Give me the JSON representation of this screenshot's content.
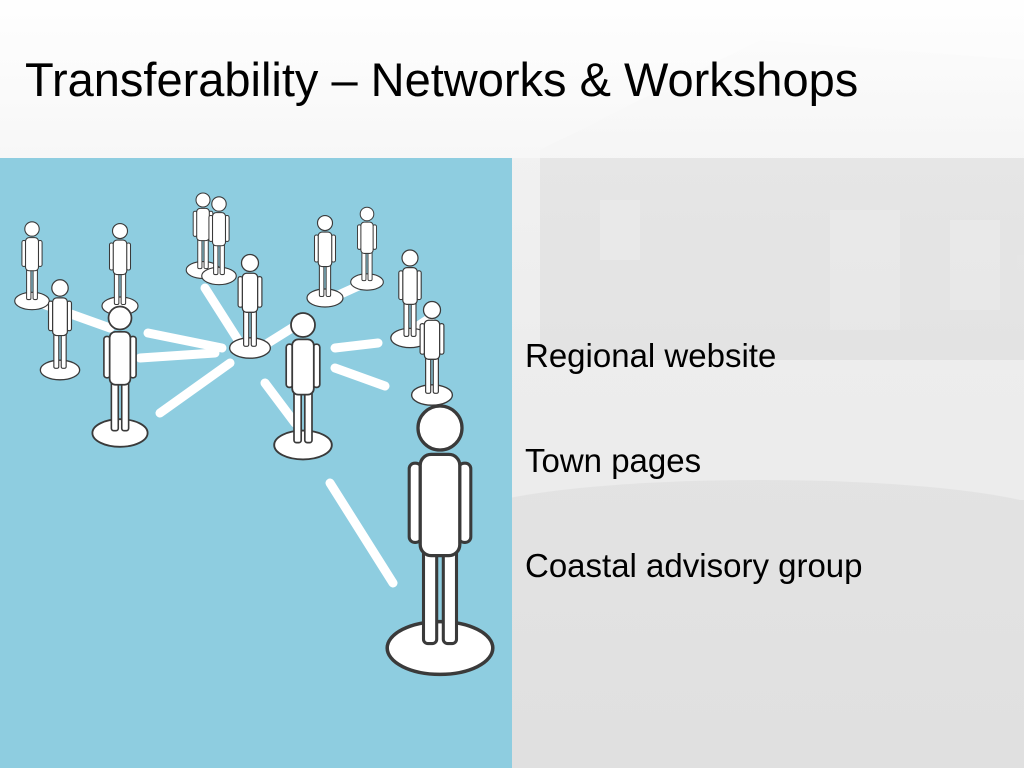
{
  "slide": {
    "title": "Transferability – Networks & Workshops",
    "bullets": [
      "Regional website",
      "Town pages",
      "Coastal advisory group"
    ]
  },
  "image": {
    "subject": "network-of-people",
    "background_color": "#8ecde0",
    "figure_color": "#ffffff",
    "outline_color": "#3a3a3a"
  }
}
